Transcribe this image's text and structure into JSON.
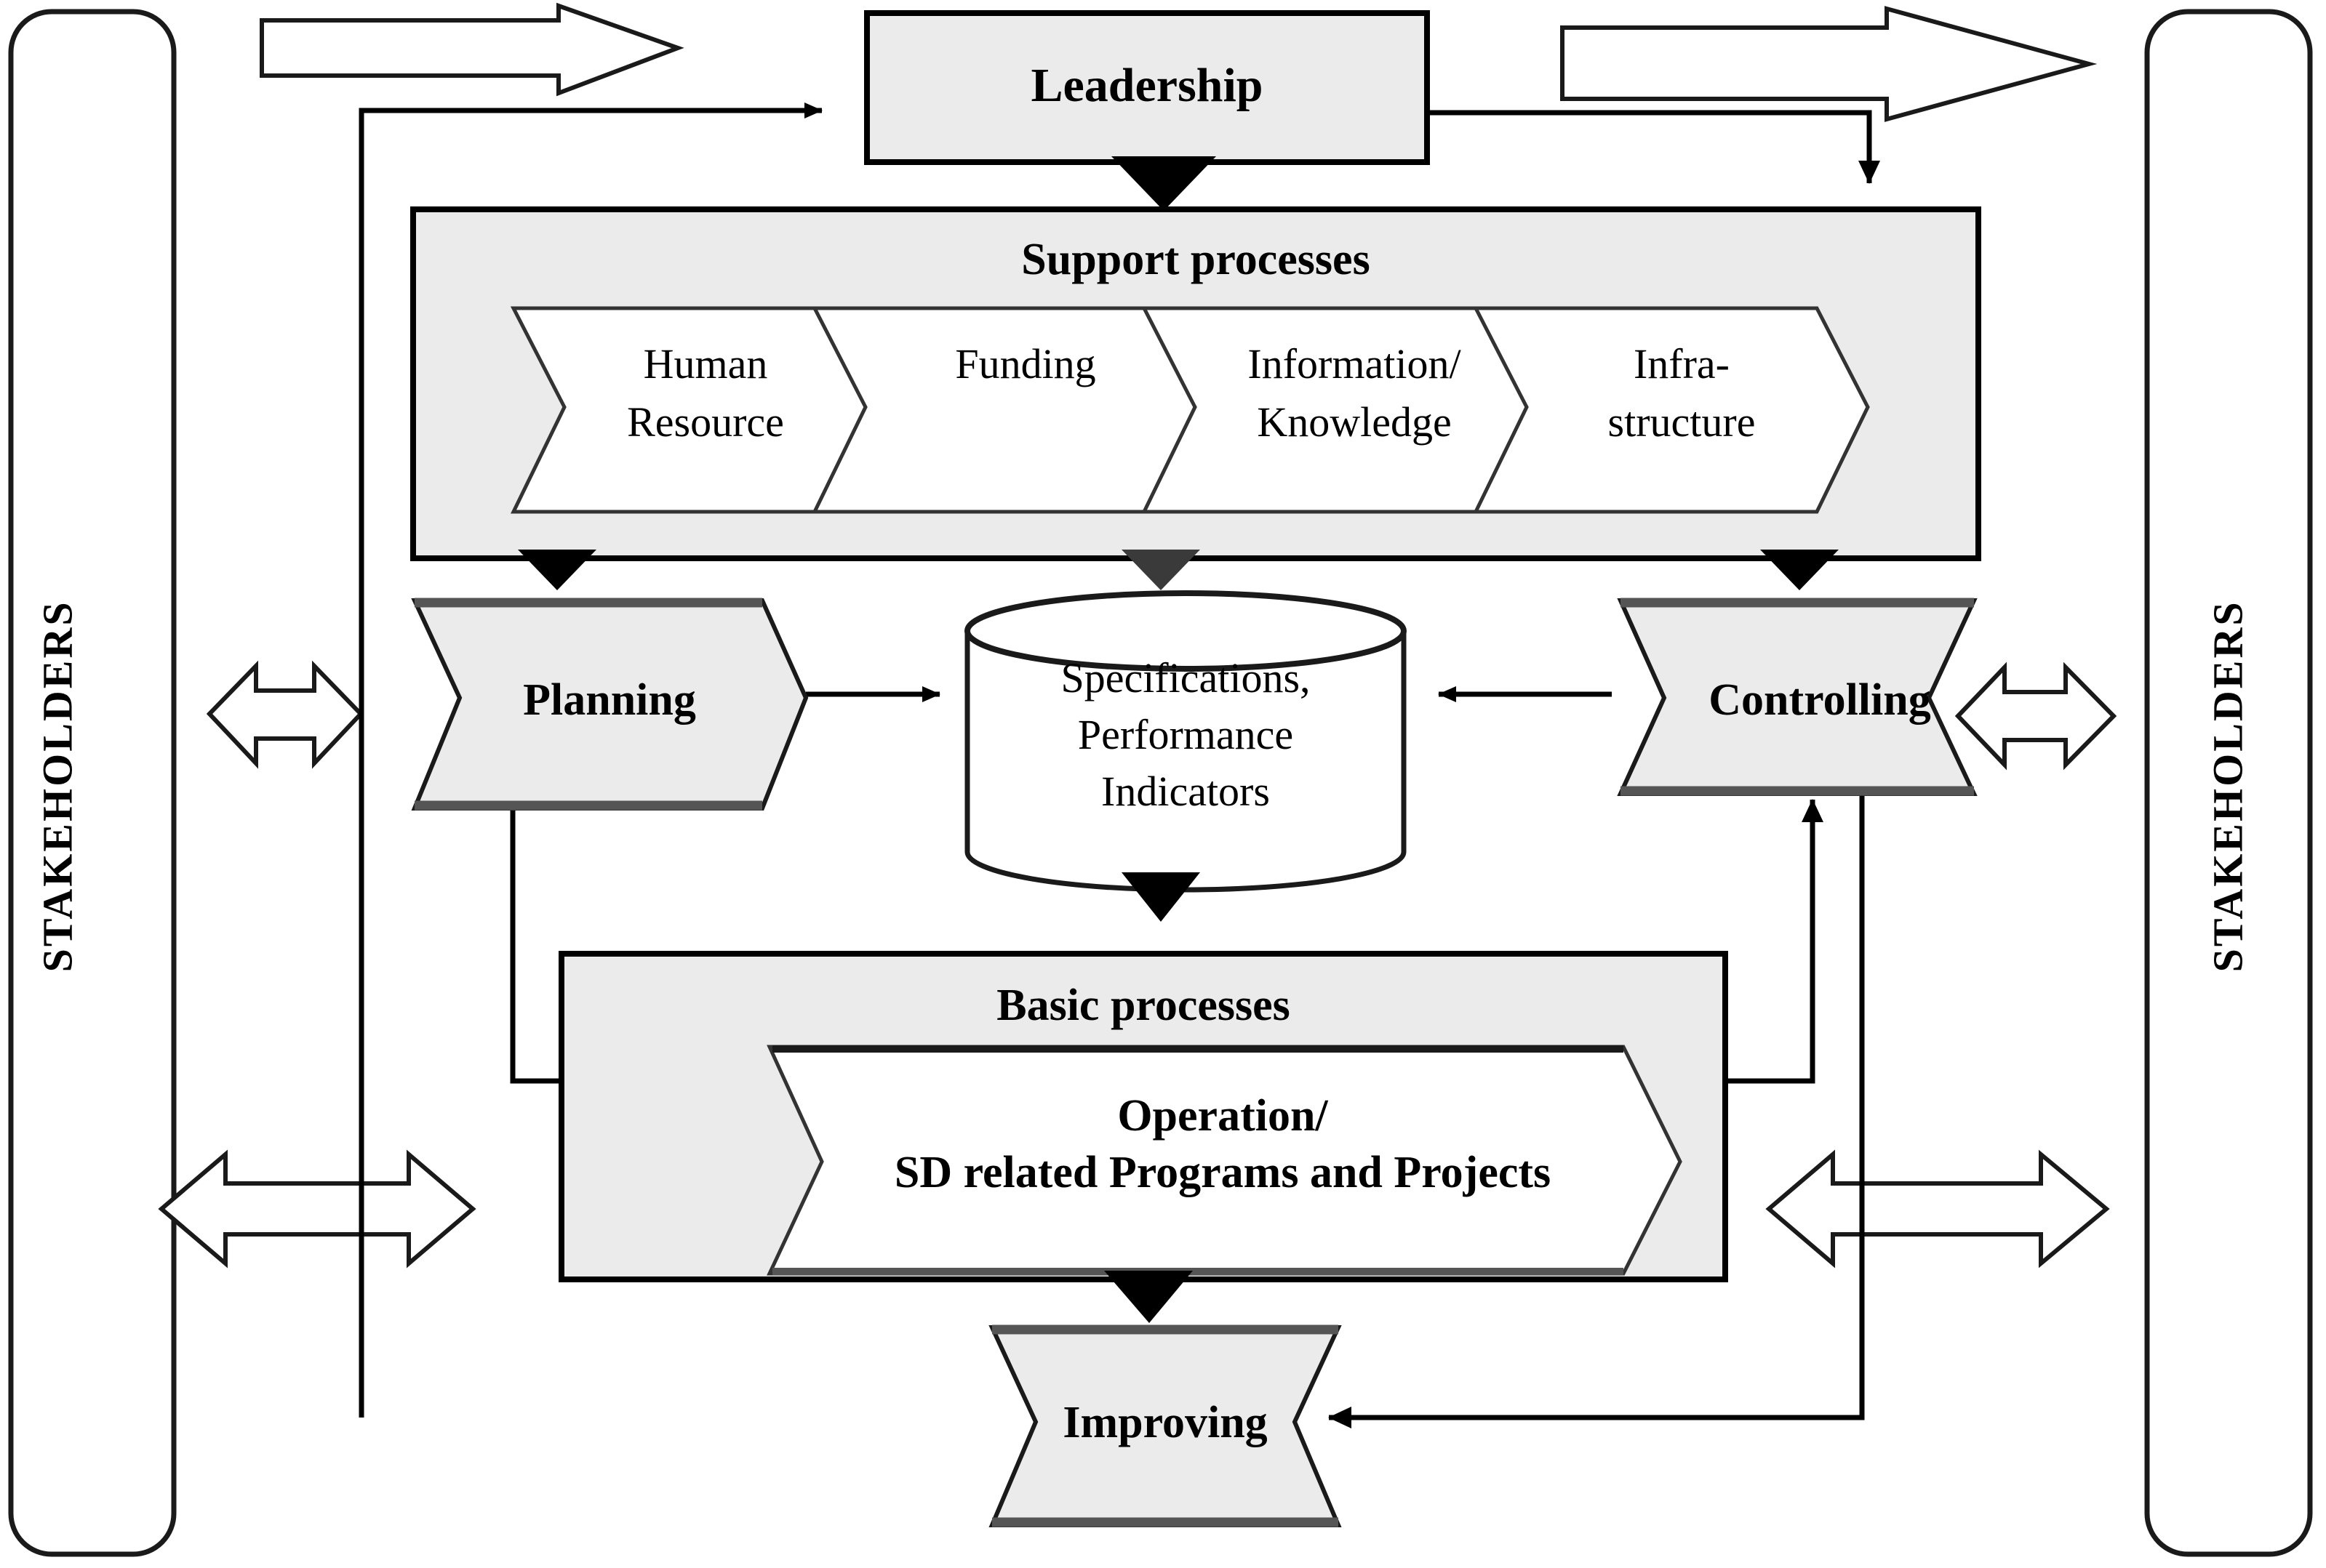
{
  "diagram": {
    "title": "Sustainable Development Management System Process Model",
    "colors": {
      "shape_fill": "#ebebeb",
      "shape_fill_white": "#ffffff",
      "stroke": "#1a1a1a",
      "stroke_soft": "#555555",
      "background": "#ffffff"
    },
    "stakeholders_left": {
      "label": "STAKEHOLDERS"
    },
    "stakeholders_right": {
      "label": "STAKEHOLDERS"
    },
    "leadership": {
      "label": "Leadership"
    },
    "support_processes": {
      "label": "Support processes",
      "items": [
        {
          "label": "Human\nResource",
          "line1": "Human",
          "line2": "Resource"
        },
        {
          "label": "Funding",
          "line1": "Funding",
          "line2": ""
        },
        {
          "label": "Information/\nKnowledge",
          "line1": "Information/",
          "line2": "Knowledge"
        },
        {
          "label": "Infra-\nstructure",
          "line1": "Infra-",
          "line2": "structure"
        }
      ]
    },
    "planning": {
      "label": "Planning"
    },
    "controlling": {
      "label": "Controlling"
    },
    "datastore": {
      "line1": "Specifications,",
      "line2": "Performance",
      "line3": "Indicators"
    },
    "basic_processes": {
      "label": "Basic processes",
      "operation": {
        "line1": "Operation/",
        "line2": "SD related Programs and Projects"
      }
    },
    "improving": {
      "label": "Improving"
    },
    "connectors": {
      "inbound_top_left": "block-arrow-right",
      "outbound_top_right": "block-arrow-right",
      "stakeholder_left_upper": "block-arrow-double-horizontal",
      "stakeholder_left_lower": "block-arrow-double-horizontal",
      "stakeholder_right_upper": "block-arrow-double-horizontal",
      "stakeholder_right_lower": "block-arrow-double-horizontal"
    }
  }
}
